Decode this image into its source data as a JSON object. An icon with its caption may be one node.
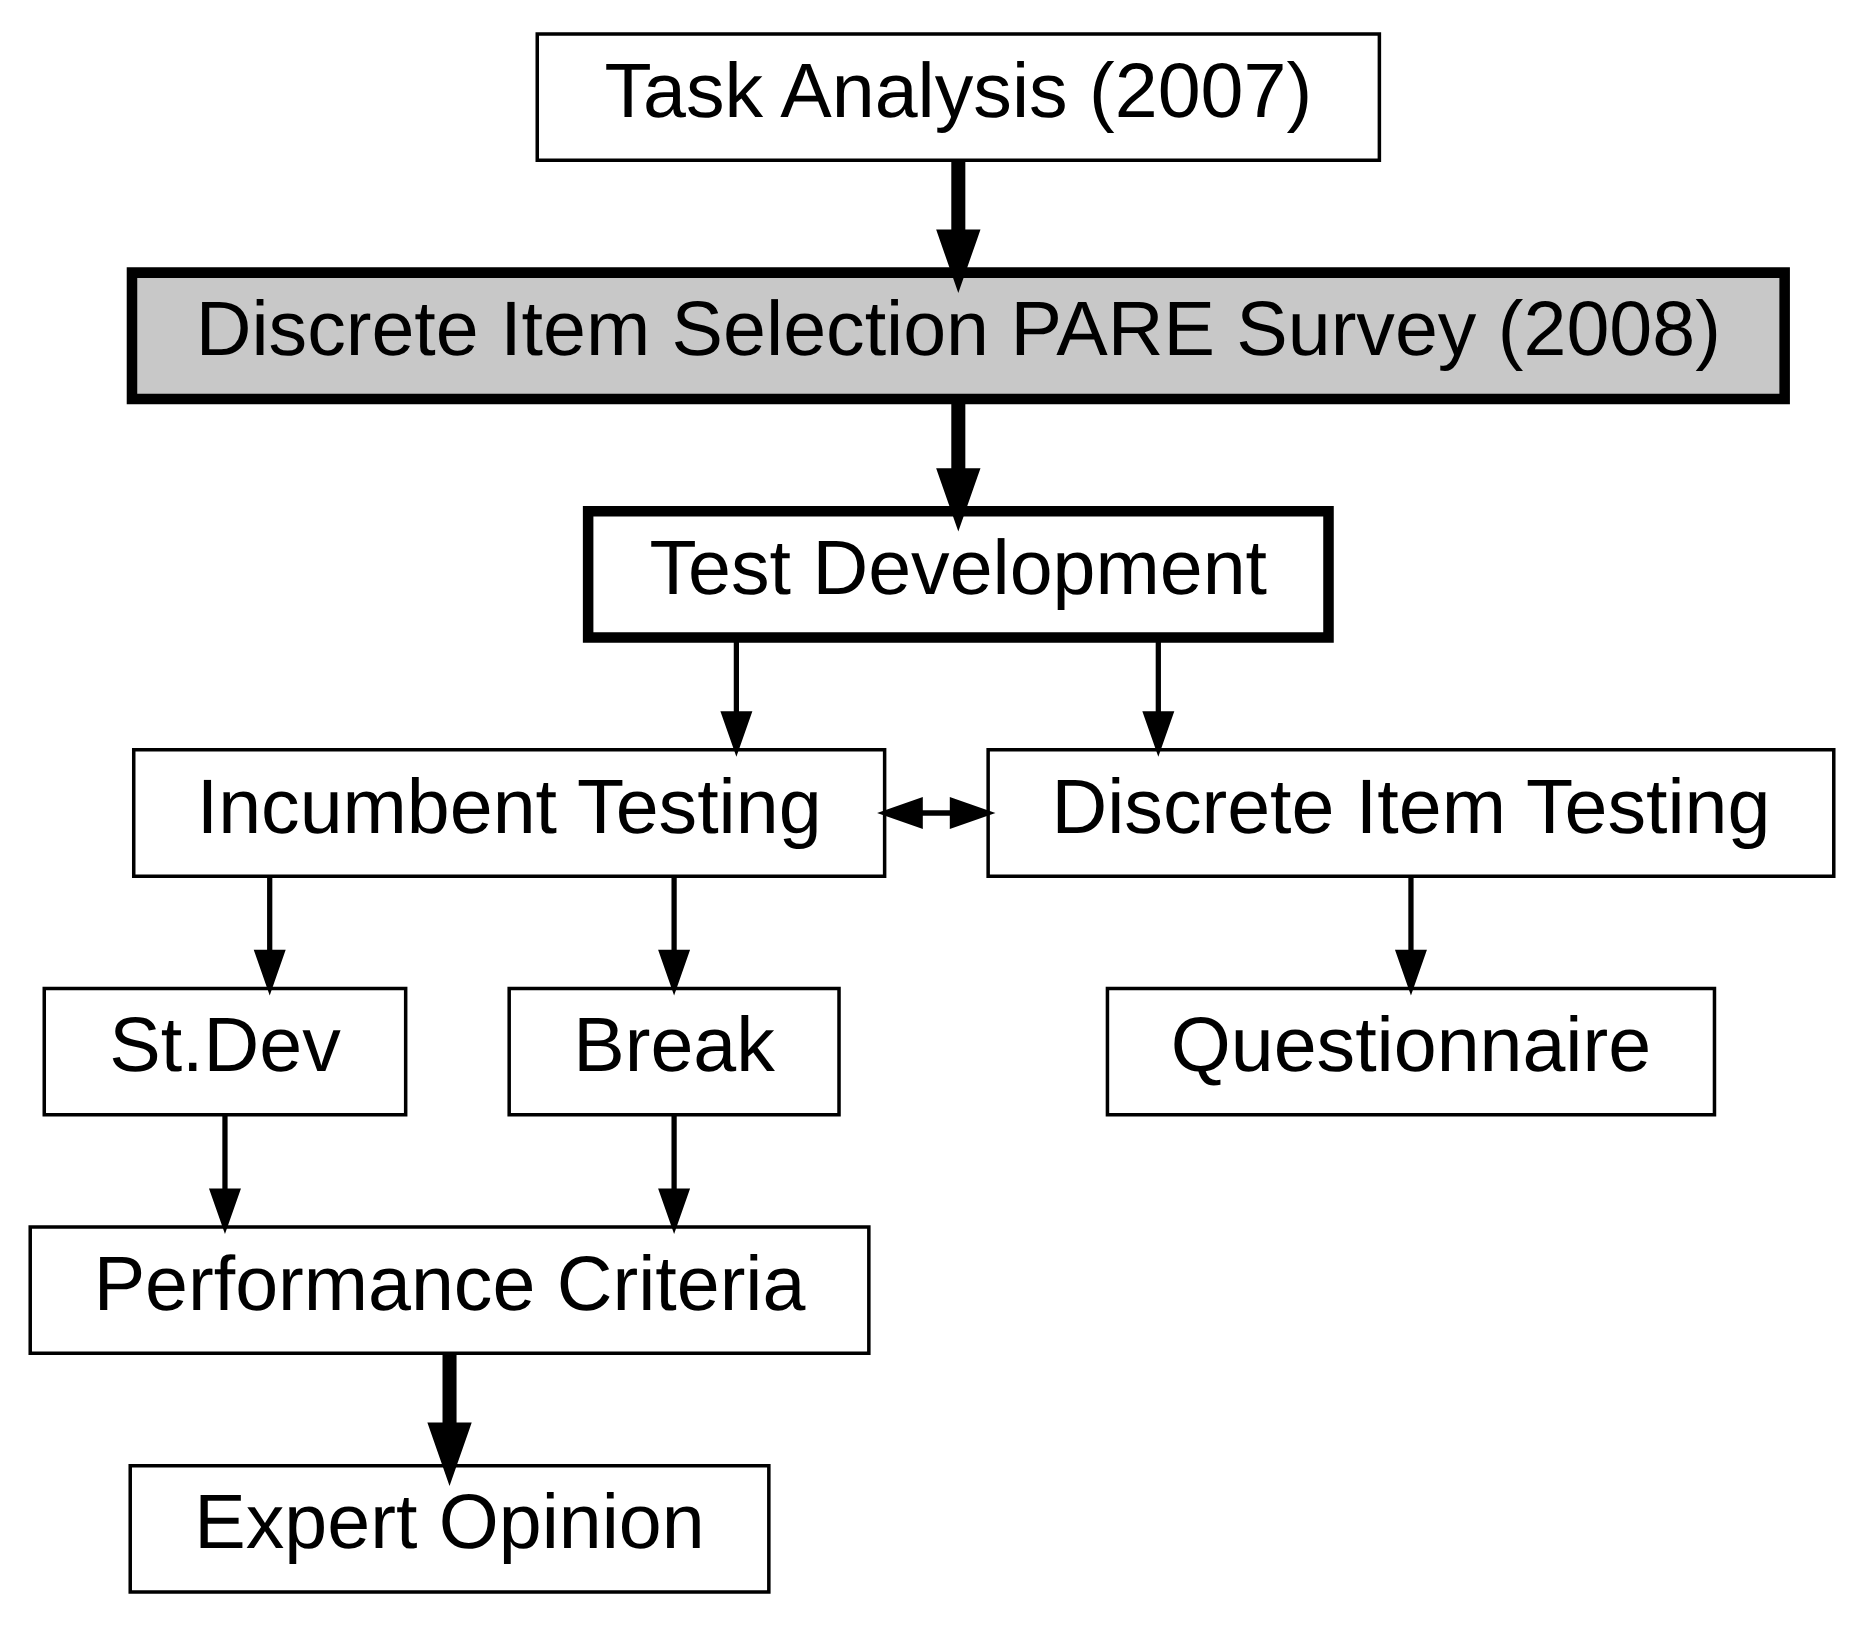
{
  "diagram": {
    "nodes": [
      {
        "text": [
          "Task Analysis (2007)"
        ]
      },
      {
        "text": [
          "Discrete Item Selection PARE Survey (2008)"
        ]
      },
      {
        "text": [
          "Test Development"
        ]
      },
      {
        "text": [
          "Incumbent Testing"
        ]
      },
      {
        "text": [
          "Discrete Item Testing"
        ]
      },
      {
        "text": [
          "St.Dev"
        ]
      },
      {
        "text": [
          "Break"
        ]
      },
      {
        "text": [
          "Questionnaire"
        ]
      },
      {
        "text": [
          "Performance Criteria"
        ]
      },
      {
        "text": [
          "Expert Opinion"
        ]
      }
    ],
    "edges": [
      {
        "from": 0,
        "to": 1,
        "arrow": "to",
        "style": "thick"
      },
      {
        "from": 1,
        "to": 2,
        "arrow": "to",
        "style": "thick"
      },
      {
        "from": 2,
        "to": 3,
        "arrow": "to"
      },
      {
        "from": 2,
        "to": 4,
        "arrow": "to"
      },
      {
        "from": 3,
        "to": 4,
        "arrow": "both"
      },
      {
        "from": 3,
        "to": 5,
        "arrow": "to"
      },
      {
        "from": 3,
        "to": 6,
        "arrow": "to"
      },
      {
        "from": 4,
        "to": 7,
        "arrow": "to"
      },
      {
        "from": 5,
        "to": 8,
        "arrow": "to"
      },
      {
        "from": 6,
        "to": 8,
        "arrow": "to"
      },
      {
        "from": 8,
        "to": 9,
        "arrow": "to",
        "style": "thick"
      }
    ]
  }
}
